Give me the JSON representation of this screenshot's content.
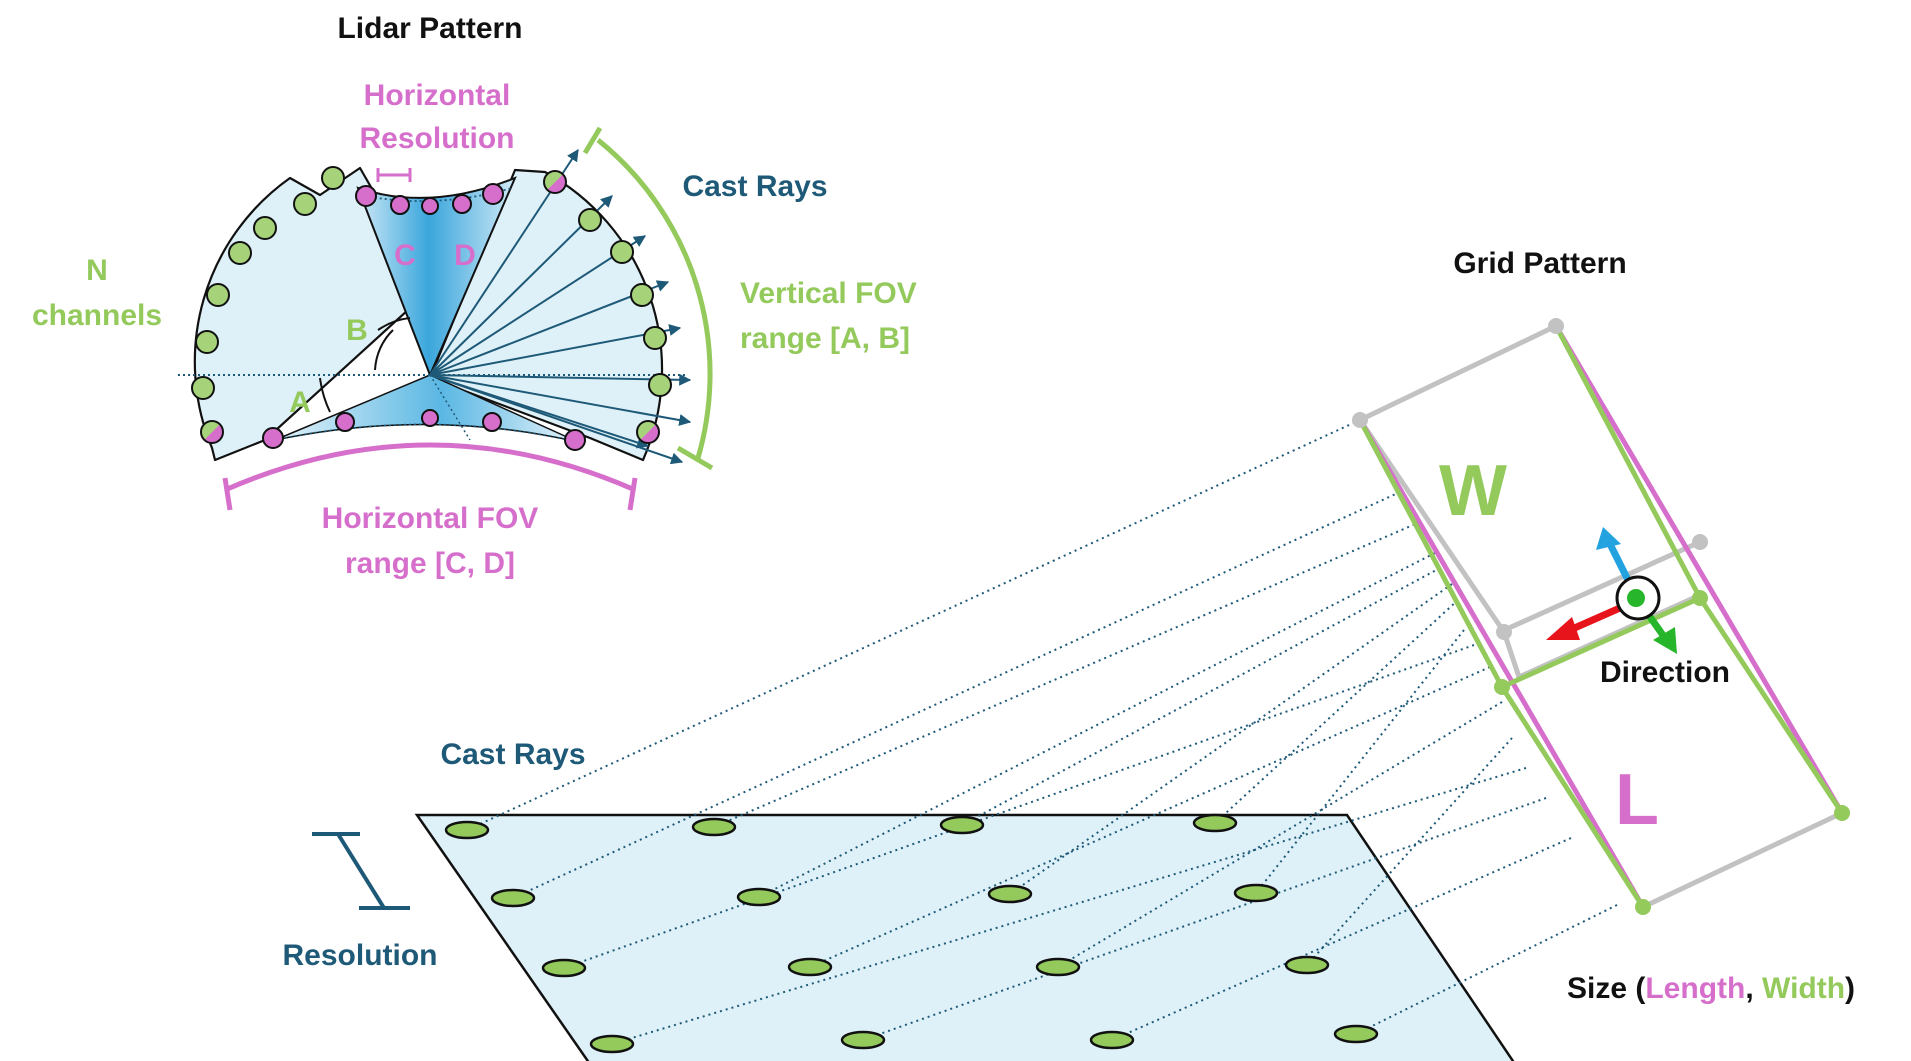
{
  "colors": {
    "pink": "#d66fcb",
    "green": "#94c95c",
    "teal": "#1e5a78",
    "gray": "#c2c2c2",
    "fill": "#dff1f8",
    "dark": "#111111",
    "axis_blue": "#22a3e0",
    "axis_red": "#e8141c",
    "axis_green": "#27b52b"
  },
  "lidar": {
    "title": "Lidar Pattern",
    "horizontal_resolution": [
      "Horizontal",
      "Resolution"
    ],
    "cast_rays": "Cast Rays",
    "n_channels": [
      "N",
      "channels"
    ],
    "vertical_fov": [
      "Vertical FOV",
      "range [A, B]"
    ],
    "horizontal_fov": [
      "Horizontal FOV",
      "range [C, D]"
    ],
    "angle_a": "A",
    "angle_b": "B",
    "angle_c": "C",
    "angle_d": "D"
  },
  "grid": {
    "title": "Grid Pattern",
    "w_label": "W",
    "l_label": "L",
    "direction": "Direction",
    "size_prefix": "Size (",
    "size_length": "Length",
    "size_comma": ", ",
    "size_width": "Width",
    "size_suffix": ")",
    "cast_rays": "Cast Rays",
    "resolution": "Resolution"
  }
}
